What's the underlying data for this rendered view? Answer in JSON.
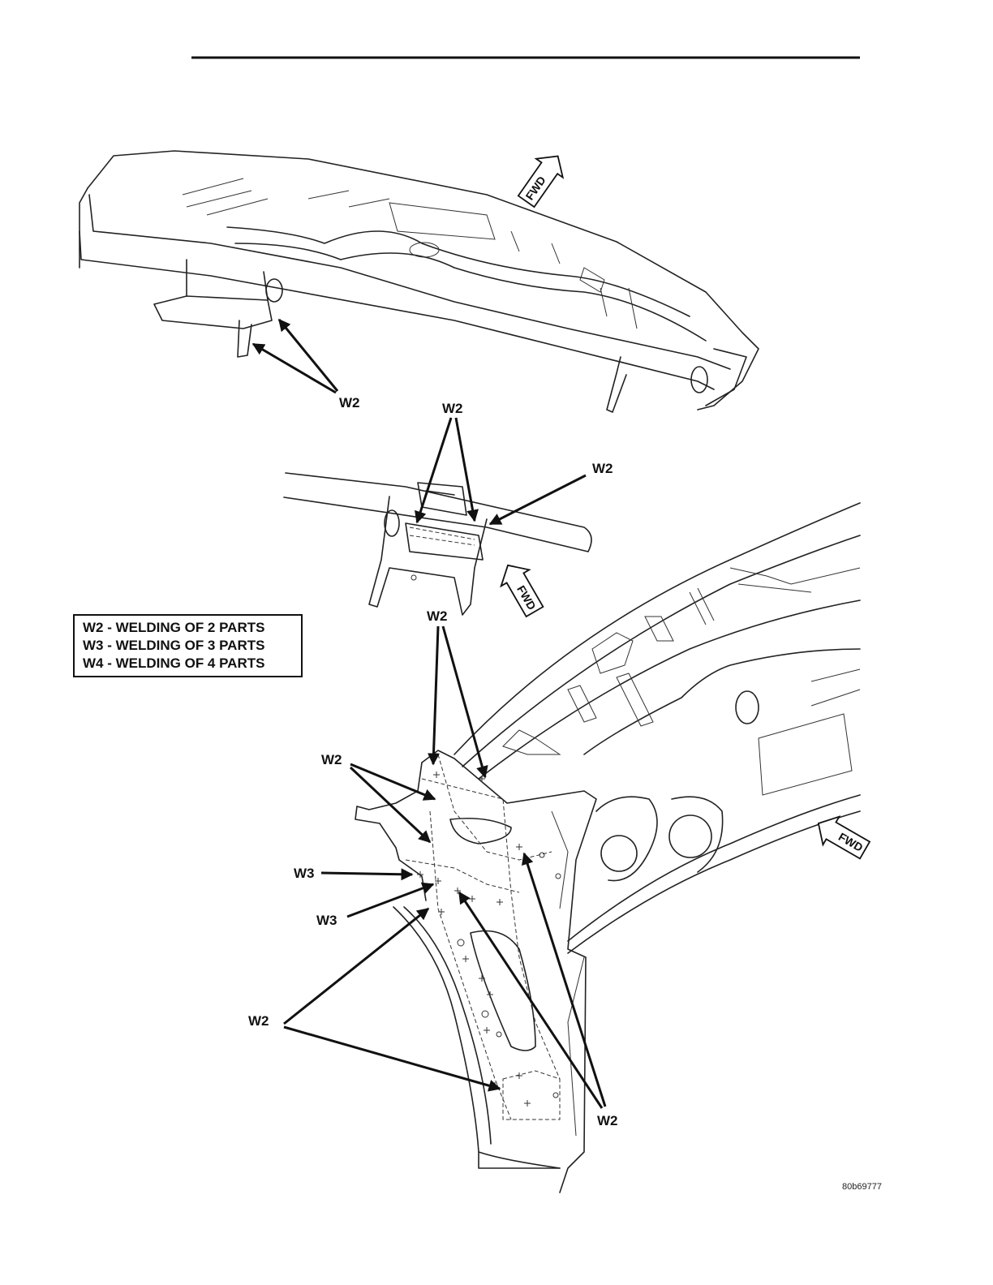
{
  "legend": {
    "items": [
      {
        "code": "W2",
        "text": "W2 - WELDING OF 2 PARTS"
      },
      {
        "code": "W3",
        "text": "W3 - WELDING OF 3 PARTS"
      },
      {
        "code": "W4",
        "text": "W4 - WELDING OF 4 PARTS"
      }
    ]
  },
  "labels": {
    "top_w2": "W2",
    "mid_w2_top": "W2",
    "mid_w2_right": "W2",
    "bottom_w2_top": "W2",
    "bottom_w2_left": "W2",
    "bottom_w3_upper": "W3",
    "bottom_w3_lower": "W3",
    "bottom_w2_lower_left": "W2",
    "bottom_w2_lower_right": "W2"
  },
  "fwd_markers": {
    "top": "FWD",
    "middle": "FWD",
    "bottom": "FWD"
  },
  "figure_id": "80b69777",
  "colors": {
    "ink": "#111111",
    "background": "#ffffff"
  }
}
